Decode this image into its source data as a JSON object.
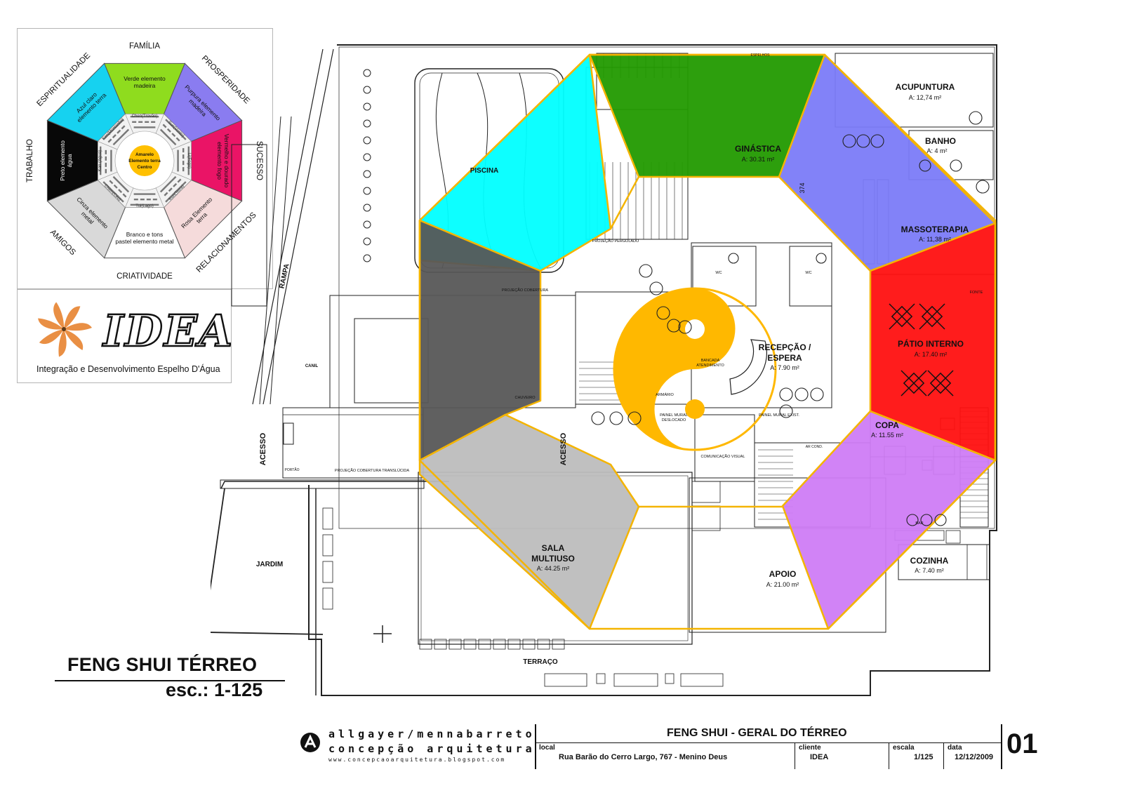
{
  "bagua": {
    "directions": {
      "top": "FAMÍLIA",
      "top_right": "PROSPERIDADE",
      "right": "SUCESSO",
      "bottom_right": "RELACIONAMENTOS",
      "bottom": "CRIATIVIDADE",
      "bottom_left": "AMIGOS",
      "left": "TRABALHO",
      "top_left": "ESPIRITUALIDADE"
    },
    "sectors": {
      "top": "Verde elemento madeira",
      "top_right": "Purpura elemento madeira",
      "right": "Vermelho e dourado elemento fogo",
      "bottom_right": "Rosa Elemento terra",
      "bottom": "Branco e tons pastel elemento metal",
      "bottom_left": "Cinza elemento metal",
      "left": "Preto elemento água",
      "top_left": "Azul claro elemento terra"
    },
    "trigrams": {
      "top": "Chen(Trovão)",
      "top_right": "Sun(Vento)",
      "right": "Li(Fogo)",
      "bottom_right": "Kun(Terra)",
      "bottom": "Tui(Lago)",
      "bottom_left": "Chien(Céu)",
      "left": "Kan (Água)",
      "top_left": "Ken(Montanha)"
    },
    "center": [
      "Amarelo",
      "Elemento terra",
      "Centro"
    ],
    "colors": {
      "top": "#8fdc1e",
      "top_right": "#8a7cf0",
      "right": "#ea1466",
      "bottom_right": "#f5dbdb",
      "bottom": "#ffffff",
      "bottom_left": "#d9d9d9",
      "left": "#080808",
      "top_left": "#16d2f0",
      "center": "#ffc000"
    }
  },
  "logo": {
    "name": "IDEA",
    "tagline": "Integração e Desenvolvimento Espelho D'Água",
    "color": "#e8893a"
  },
  "plan": {
    "title": "FENG SHUI TÉRREO",
    "scale": "esc.: 1-125",
    "zone_colors": {
      "piscina": "#00ffff",
      "ginastica": "#229a00",
      "massoterapia": "#7b7bf8",
      "patio": "#ff1010",
      "copa": "#cf7cf5",
      "sala": "#bdbdbd",
      "canil": "#575757",
      "center": "#ffb800",
      "outline": "#f4b400"
    },
    "rooms": {
      "piscina": "PISCINA",
      "ginastica": "GINÁSTICA",
      "ginastica_area": "A: 30.31 m²",
      "acupuntura": "ACUPUNTURA",
      "acupuntura_area": "A: 12,74 m²",
      "banho": "BANHO",
      "banho_area": "A: 4 m²",
      "massoterapia": "MASSOTERAPIA",
      "massoterapia_area": "A: 11,38 m²",
      "patio": "PÁTIO INTERNO",
      "patio_area": "A: 17.40 m²",
      "copa": "COPA",
      "copa_area": "A: 11.55 m²",
      "cozinha": "COZINHA",
      "cozinha_area": "A: 7.40 m²",
      "recepcao1": "RECEPÇÃO /",
      "recepcao2": "ESPERA",
      "recepcao_area": "A: 7.90 m²",
      "sala1": "SALA",
      "sala2": "MULTIUSO",
      "sala_area": "A: 44.25 m²",
      "apoio": "APOIO",
      "apoio_area": "A: 21.00 m²",
      "jardim": "JARDIM",
      "terraco": "TERRAÇO",
      "acesso": "ACESSO",
      "rampa": "RAMPA",
      "canil": "CANIL"
    },
    "notes": {
      "espelhos": "ESPELHOS",
      "pergolado": "PROJEÇÃO PERGOLADO",
      "cobertura": "PROJEÇÃO COBERTURA",
      "cobertura_trans": "PROJEÇÃO COBERTURA TRANSLÚCIDA",
      "wc": "WC",
      "bancada1": "BANCADA",
      "bancada2": "ATENDIMENTO",
      "armario": "ARMÁRIO",
      "painel1": "PAINEL MURAL",
      "painel2": "DESLOCADO",
      "painel_exist": "PAINEL MURAL EXIST.",
      "comunicacao": "COMUNICAÇÃO VISUAL",
      "chuveiro": "CHUVEIRO",
      "fonte": "FONTE",
      "ar_cond": "AR COND.",
      "bar": "BAR",
      "dim374": "374",
      "portao": "PORTÃO"
    }
  },
  "titleblock": {
    "firm_line1": "allgayer/mennabarreto",
    "firm_line2": "concepção arquitetura",
    "website": "www.concepcaoarquitetura.blogspot.com",
    "sheet_title": "FENG SHUI - GERAL DO TÉRREO",
    "local_label": "local",
    "local_value": "Rua Barão do Cerro Largo, 767 - Menino Deus",
    "cliente_label": "cliente",
    "cliente_value": "IDEA",
    "escala_label": "escala",
    "escala_value": "1/125",
    "data_label": "data",
    "data_value": "12/12/2009",
    "sheet_number": "01"
  }
}
